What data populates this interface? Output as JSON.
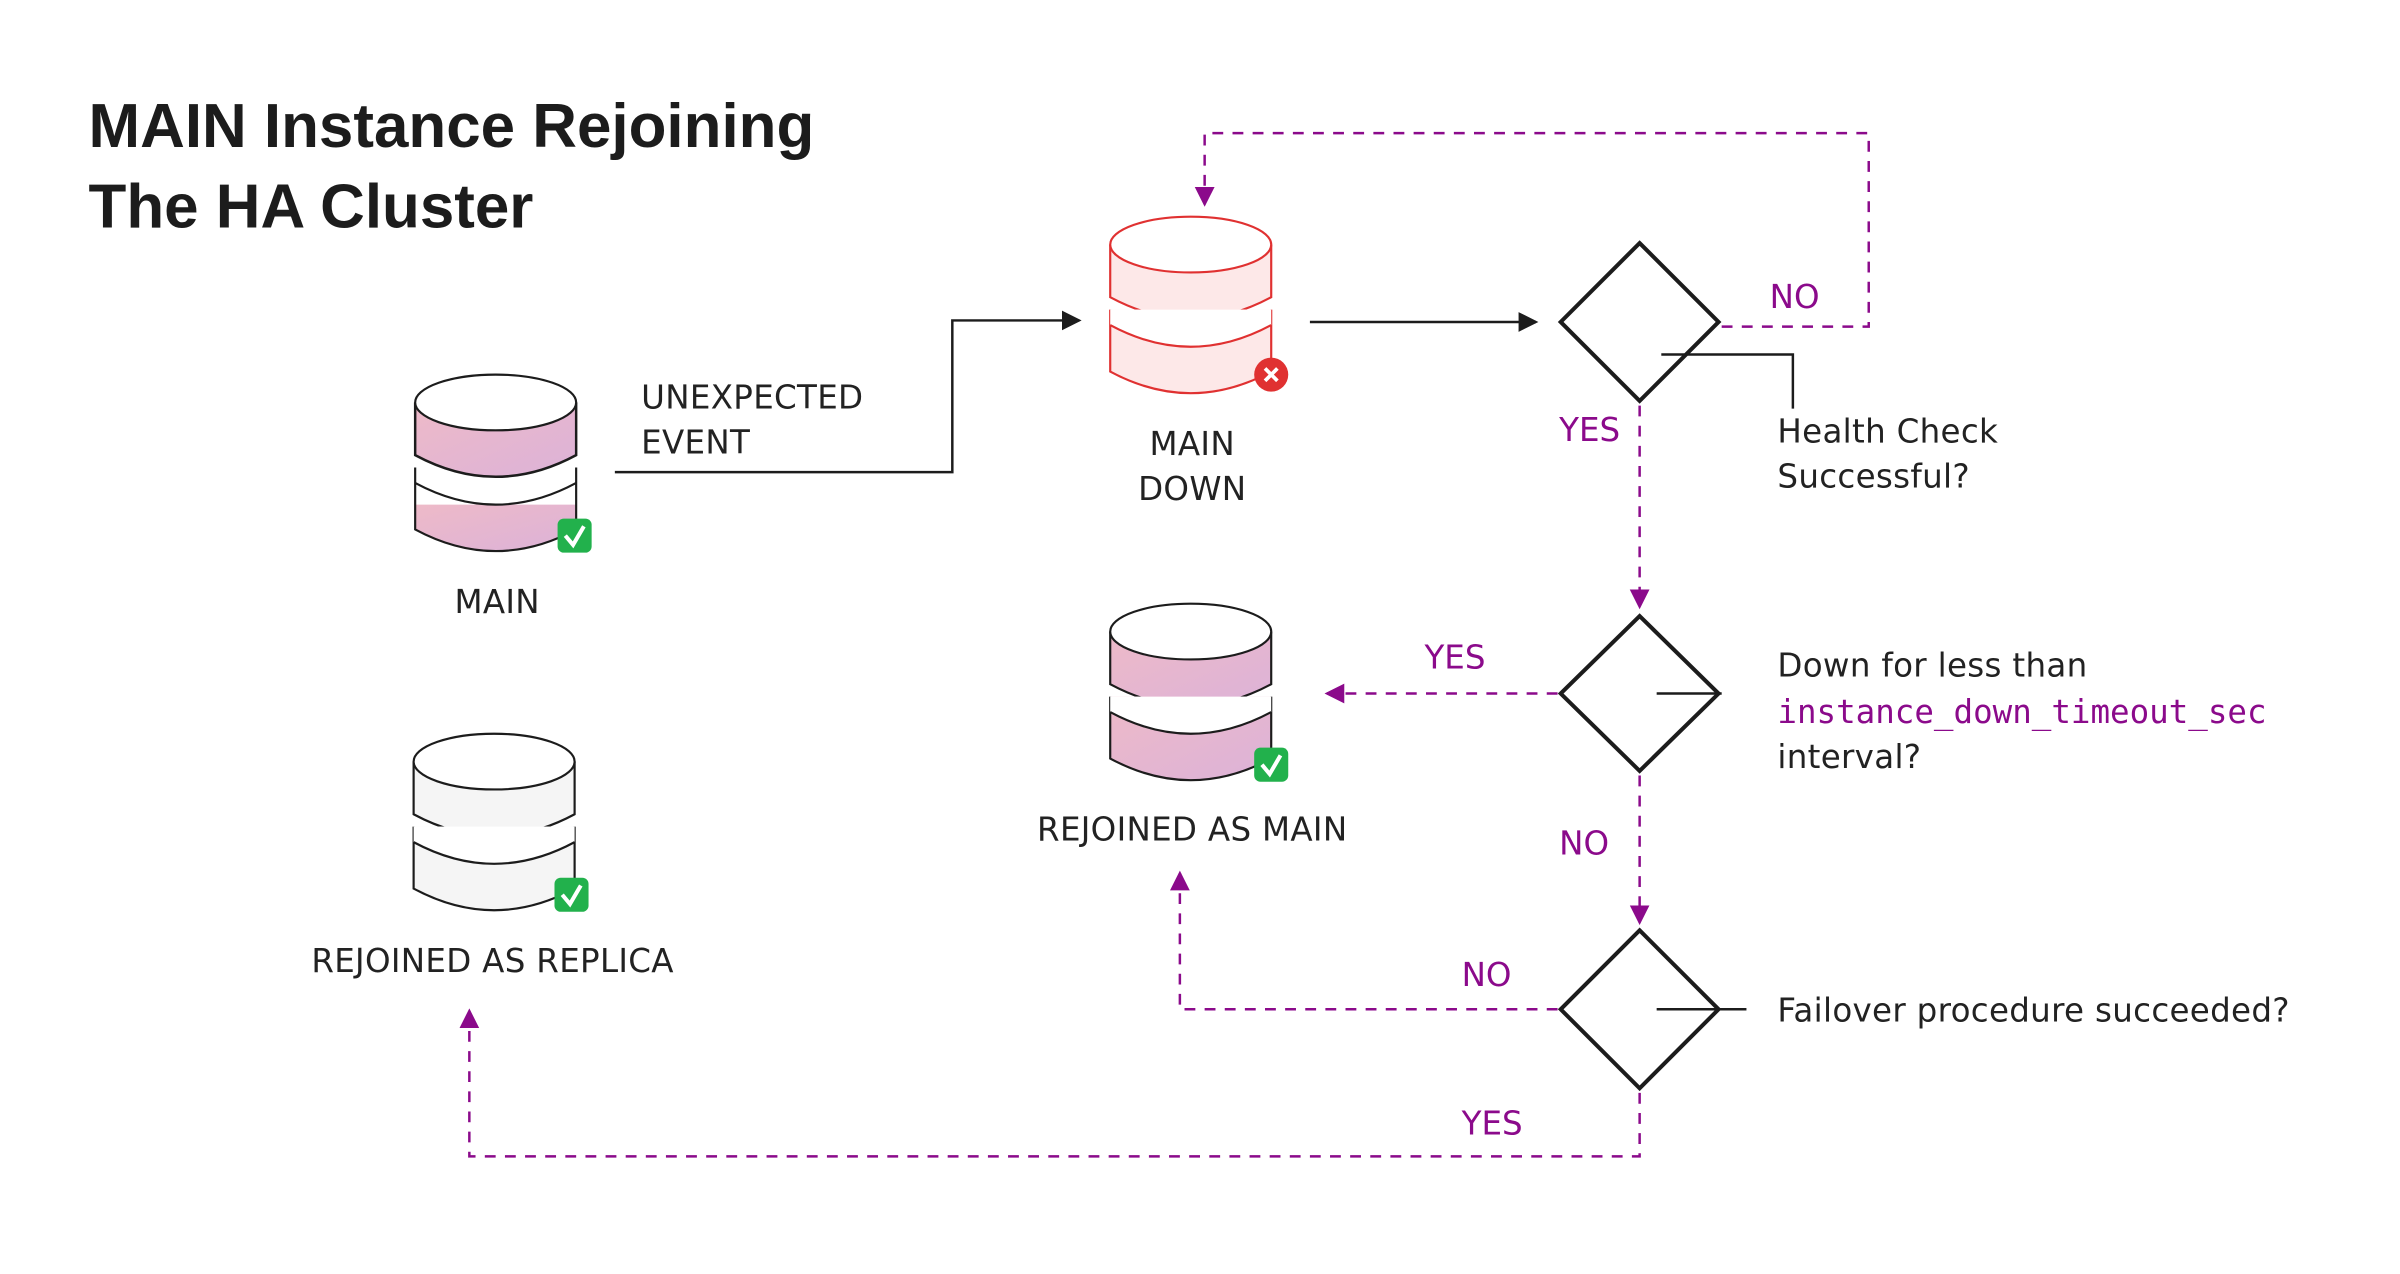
{
  "title": {
    "line1": "MAIN Instance Rejoining",
    "line2": "The HA Cluster"
  },
  "colors": {
    "accent": "#8b0a8b",
    "error": "#e03131",
    "success": "#22b14c",
    "db_fill_pink": "#e6b3cf",
    "db_fill_down": "#fde8e8",
    "db_fill_replica": "#f5f5f5"
  },
  "nodes": {
    "main": {
      "label": "MAIN",
      "status_icon": "check-icon"
    },
    "main_down": {
      "label_line1": "MAIN",
      "label_line2": "DOWN",
      "status_icon": "error-x-icon"
    },
    "rejoined_main": {
      "label": "REJOINED AS MAIN",
      "status_icon": "check-icon"
    },
    "rejoined_replica": {
      "label": "REJOINED AS REPLICA",
      "status_icon": "check-icon"
    }
  },
  "edges": {
    "unexpected_event": {
      "line1": "UNEXPECTED",
      "line2": "EVENT"
    }
  },
  "decisions": {
    "health_check": {
      "line1": "Health Check",
      "line2": "Successful?",
      "yes": "YES",
      "no": "NO"
    },
    "down_interval": {
      "line1": "Down for less than",
      "code": "instance_down_timeout_sec",
      "line3": "interval?",
      "yes": "YES",
      "no": "NO"
    },
    "failover": {
      "line1": "Failover procedure succeeded?",
      "yes": "YES",
      "no": "NO"
    }
  }
}
